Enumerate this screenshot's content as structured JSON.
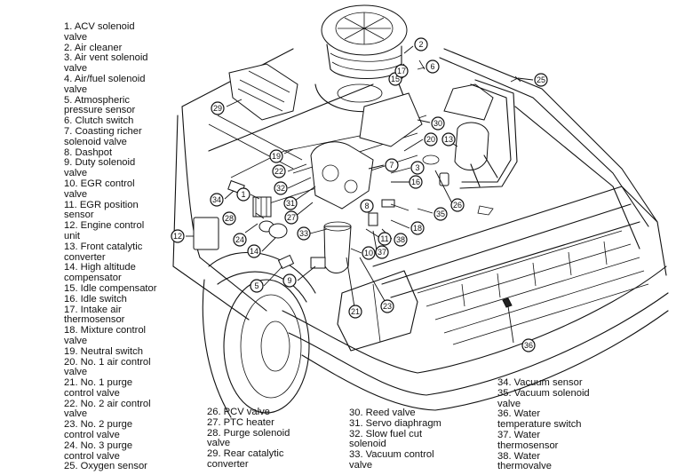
{
  "figure": {
    "title": "Emission control component locations (engine compartment)"
  },
  "legend": {
    "column1": [
      {
        "num": "1",
        "text": "1. ACV solenoid\nvalve"
      },
      {
        "num": "2",
        "text": "2. Air cleaner"
      },
      {
        "num": "3",
        "text": "3. Air vent solenoid\nvalve"
      },
      {
        "num": "4",
        "text": "4. Air/fuel solenoid\nvalve"
      },
      {
        "num": "5",
        "text": "5. Atmospheric\npressure sensor"
      },
      {
        "num": "6",
        "text": "6. Clutch switch"
      },
      {
        "num": "7",
        "text": "7. Coasting richer\nsolenoid valve"
      },
      {
        "num": "8",
        "text": "8. Dashpot"
      },
      {
        "num": "9",
        "text": "9. Duty solenoid\nvalve"
      },
      {
        "num": "10",
        "text": "10. EGR control\nvalve"
      },
      {
        "num": "11",
        "text": "11. EGR position\nsensor"
      },
      {
        "num": "12",
        "text": "12. Engine control\nunit"
      },
      {
        "num": "13",
        "text": "13. Front catalytic\nconverter"
      },
      {
        "num": "14",
        "text": "14. High altitude\ncompensator"
      },
      {
        "num": "15",
        "text": "15. Idle compensator"
      },
      {
        "num": "16",
        "text": "16. Idle switch"
      },
      {
        "num": "17",
        "text": "17. Intake air\nthermosensor"
      },
      {
        "num": "18",
        "text": "18. Mixture control\nvalve"
      },
      {
        "num": "19",
        "text": "19. Neutral switch"
      },
      {
        "num": "20",
        "text": "20. No. 1 air control\nvalve"
      },
      {
        "num": "21",
        "text": "21. No. 1 purge\ncontrol valve"
      },
      {
        "num": "22",
        "text": "22. No. 2 air control\nvalve"
      },
      {
        "num": "23",
        "text": "23. No. 2 purge\ncontrol valve"
      },
      {
        "num": "24",
        "text": "24. No. 3 purge\ncontrol valve"
      },
      {
        "num": "25",
        "text": "25. Oxygen sensor"
      }
    ],
    "column2": [
      {
        "num": "26",
        "text": "26. PCV valve"
      },
      {
        "num": "27",
        "text": "27. PTC heater"
      },
      {
        "num": "28",
        "text": "28. Purge solenoid\nvalve"
      },
      {
        "num": "29",
        "text": "29. Rear catalytic\nconverter"
      }
    ],
    "column3": [
      {
        "num": "30",
        "text": "30. Reed valve"
      },
      {
        "num": "31",
        "text": "31. Servo diaphragm"
      },
      {
        "num": "32",
        "text": "32. Slow fuel cut\nsolenoid"
      },
      {
        "num": "33",
        "text": "33. Vacuum control\nvalve"
      }
    ],
    "column4": [
      {
        "num": "34",
        "text": "34. Vacuum sensor"
      },
      {
        "num": "35",
        "text": "35. Vacuum solenoid\nvalve"
      },
      {
        "num": "36",
        "text": "36. Water\ntemperature switch"
      },
      {
        "num": "37",
        "text": "37. Water\nthermosensor"
      },
      {
        "num": "38",
        "text": "38. Water\nthermovalve"
      }
    ]
  },
  "callouts": [
    {
      "label": "1"
    },
    {
      "label": "2"
    },
    {
      "label": "3"
    },
    {
      "label": "5"
    },
    {
      "label": "6"
    },
    {
      "label": "7"
    },
    {
      "label": "8"
    },
    {
      "label": "9"
    },
    {
      "label": "10"
    },
    {
      "label": "11"
    },
    {
      "label": "12"
    },
    {
      "label": "13"
    },
    {
      "label": "14"
    },
    {
      "label": "15"
    },
    {
      "label": "16"
    },
    {
      "label": "17"
    },
    {
      "label": "18"
    },
    {
      "label": "19"
    },
    {
      "label": "20"
    },
    {
      "label": "21"
    },
    {
      "label": "22"
    },
    {
      "label": "23"
    },
    {
      "label": "24"
    },
    {
      "label": "25"
    },
    {
      "label": "26"
    },
    {
      "label": "27"
    },
    {
      "label": "28"
    },
    {
      "label": "29"
    },
    {
      "label": "30"
    },
    {
      "label": "31"
    },
    {
      "label": "32"
    },
    {
      "label": "33"
    },
    {
      "label": "34"
    },
    {
      "label": "35"
    },
    {
      "label": "36"
    },
    {
      "label": "37"
    },
    {
      "label": "38"
    }
  ]
}
